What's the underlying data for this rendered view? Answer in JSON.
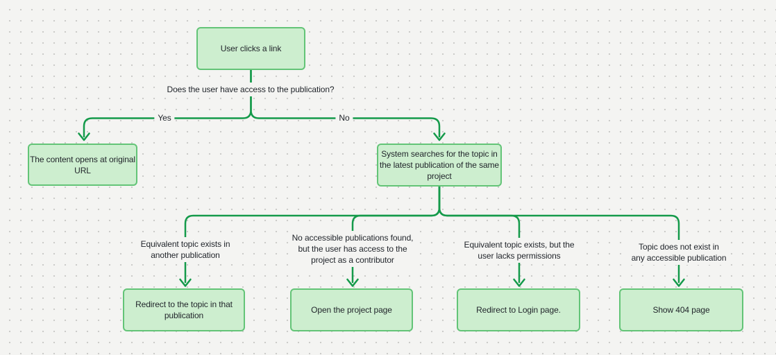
{
  "colors": {
    "background": "#f4f4f2",
    "grid_dot": "#c9c9c7",
    "node_fill": "#cdeecf",
    "node_border": "#63c477",
    "edge_line": "#149a4a",
    "text": "#1f2329"
  },
  "diagram": {
    "type": "flowchart",
    "nodes": {
      "start": {
        "lines": [
          "User clicks a link"
        ]
      },
      "original_url": {
        "lines": [
          "The content opens at original",
          "URL"
        ]
      },
      "system_search": {
        "lines": [
          "System searches for the topic in",
          "the latest publication of the same",
          "project"
        ]
      },
      "redirect_topic": {
        "lines": [
          "Redirect to the topic in that",
          "publication"
        ]
      },
      "open_project": {
        "lines": [
          "Open the project page"
        ]
      },
      "redirect_login": {
        "lines": [
          "Redirect to Login page."
        ]
      },
      "show_404": {
        "lines": [
          "Show 404 page"
        ]
      }
    },
    "edge_labels": {
      "access_question": {
        "lines": [
          "Does the user have access to the publication?"
        ]
      },
      "yes": {
        "lines": [
          "Yes"
        ]
      },
      "no": {
        "lines": [
          "No"
        ]
      },
      "equivalent_exists": {
        "lines": [
          "Equivalent topic exists in",
          "another publication"
        ]
      },
      "no_accessible_contributor": {
        "lines": [
          "No accessible publications found,",
          "but the user has access to the",
          "project as a contributor"
        ]
      },
      "lacks_permissions": {
        "lines": [
          "Equivalent topic exists, but the",
          "user lacks permissions"
        ]
      },
      "topic_not_exist": {
        "lines": [
          "Topic does not exist in",
          "any accessible publication"
        ]
      }
    }
  }
}
